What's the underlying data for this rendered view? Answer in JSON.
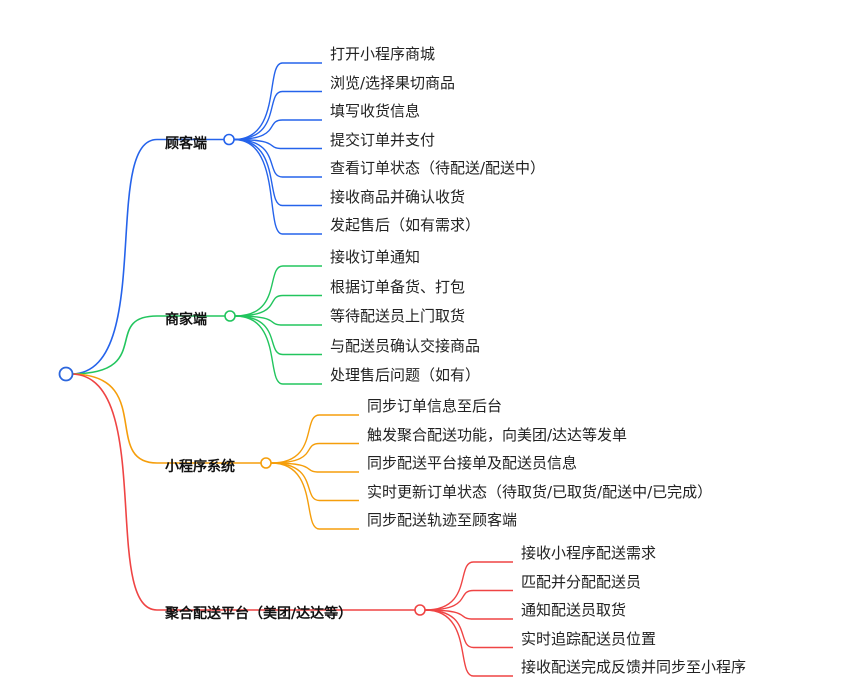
{
  "mindmap": {
    "root_color": "#2b66dd",
    "branches": [
      {
        "label": "顾客端",
        "color": "#2563eb",
        "items": [
          "打开小程序商城",
          "浏览/选择果切商品",
          "填写收货信息",
          "提交订单并支付",
          "查看订单状态（待配送/配送中）",
          "接收商品并确认收货",
          "发起售后（如有需求）"
        ]
      },
      {
        "label": "商家端",
        "color": "#22c55e",
        "items": [
          "接收订单通知",
          "根据订单备货、打包",
          "等待配送员上门取货",
          "与配送员确认交接商品",
          "处理售后问题（如有）"
        ]
      },
      {
        "label": "小程序系统",
        "color": "#f59e0b",
        "items": [
          "同步订单信息至后台",
          "触发聚合配送功能，向美团/达达等发单",
          "同步配送平台接单及配送员信息",
          "实时更新订单状态（待取货/已取货/配送中/已完成）",
          "同步配送轨迹至顾客端"
        ]
      },
      {
        "label": "聚合配送平台（美团/达达等）",
        "color": "#ef4444",
        "items": [
          "接收小程序配送需求",
          "匹配并分配配送员",
          "通知配送员取货",
          "实时追踪配送员位置",
          "接收配送完成反馈并同步至小程序"
        ]
      }
    ]
  }
}
